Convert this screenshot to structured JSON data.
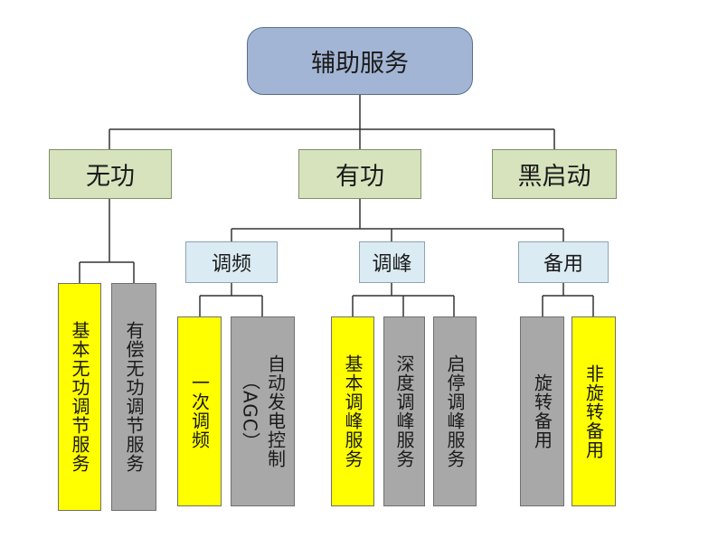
{
  "root": {
    "label": "辅助服务"
  },
  "level1": {
    "reactive": "无功",
    "active": "有功",
    "black_start": "黑启动"
  },
  "level2": {
    "frequency": "调频",
    "peak": "调峰",
    "reserve": "备用"
  },
  "leaves": {
    "basic_reactive": "基本无功调节服务",
    "paid_reactive": "有偿无功调节服务",
    "primary_freq": "一次调频",
    "agc_col1": "自动发电控制",
    "agc_col2": "（AGC）",
    "basic_peak": "基本调峰服务",
    "deep_peak": "深度调峰服务",
    "startstop_peak": "启停调峰服务",
    "spinning_reserve": "旋转备用",
    "non_spinning_reserve": "非旋转备用"
  },
  "colors": {
    "root_fill": "#a3b5d4",
    "level1_fill": "#d6e3bc",
    "level2_fill": "#dbebf4",
    "leaf_highlight": "#ffff00",
    "leaf_gray": "#a8a8a8"
  }
}
